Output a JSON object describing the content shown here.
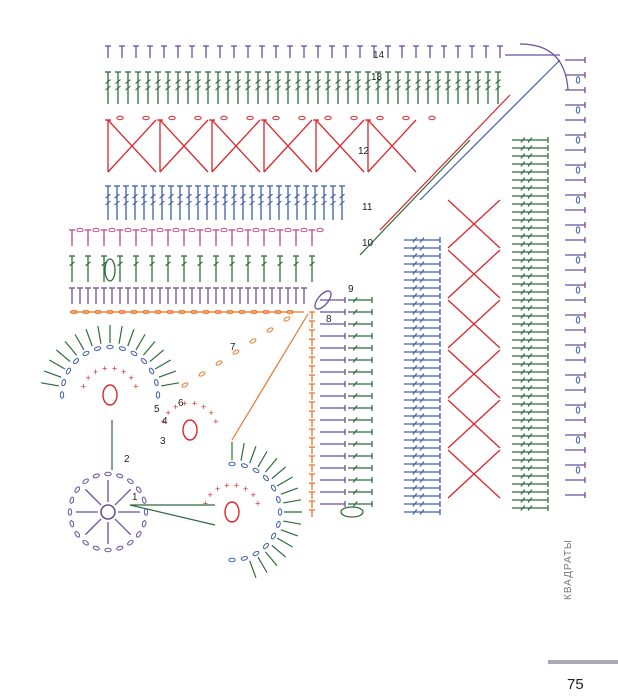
{
  "page": {
    "section_label": "КВАДРАТЫ",
    "page_number": "75"
  },
  "diagram": {
    "round_labels": [
      "1",
      "2",
      "3",
      "4",
      "5",
      "6",
      "7",
      "8",
      "9",
      "10",
      "11",
      "12",
      "13",
      "14"
    ],
    "colors": {
      "purple": "#6a4fa0",
      "green": "#2e6b3e",
      "red": "#d9262b",
      "orange": "#e8772a",
      "blue": "#3f5fa8",
      "magenta": "#c0488a",
      "gray_rule": "#a7a9b6"
    }
  }
}
